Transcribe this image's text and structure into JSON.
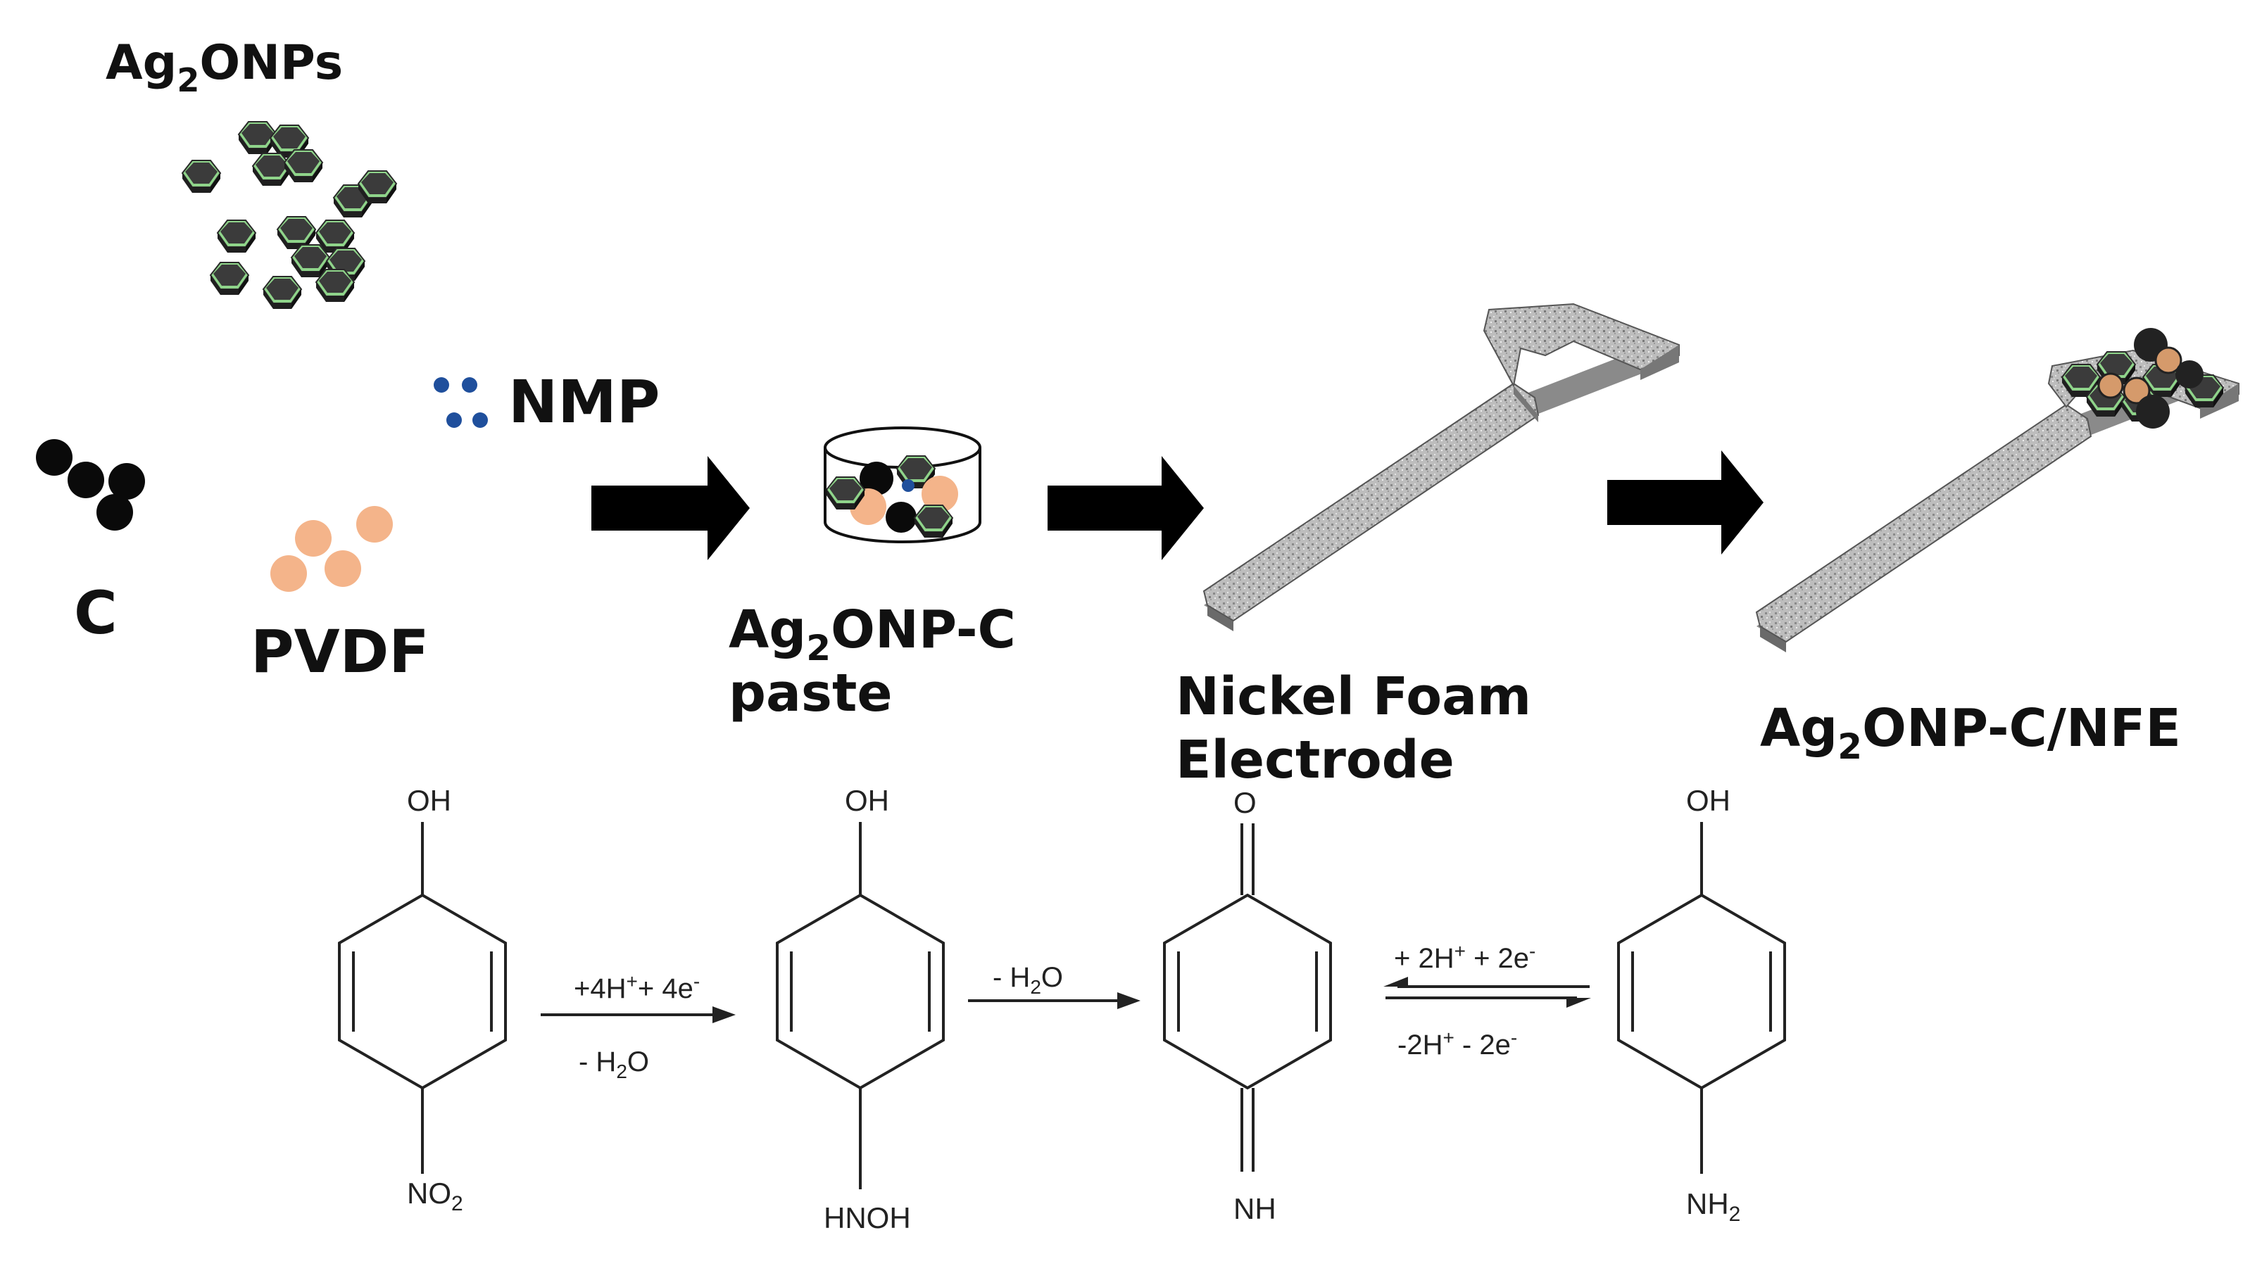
{
  "labels": {
    "ag2onps": {
      "pre": "Ag",
      "sub": "2",
      "post": "ONPs"
    },
    "nmp": "NMP",
    "carbon": "C",
    "pvdf": "PVDF",
    "paste_line1": {
      "pre": "Ag",
      "sub": "2",
      "post": "ONP-C"
    },
    "paste_line2": "paste",
    "nickel_line1": "Nickel Foam",
    "nickel_line2": "Electrode",
    "final": {
      "pre": "Ag",
      "sub": "2",
      "post": "ONP-C/NFE"
    }
  },
  "reaction": {
    "m1_top": "OH",
    "m1_bottom": {
      "pre": "NO",
      "sub": "2"
    },
    "m2_top": "OH",
    "m2_bottom": "HNOH",
    "m3_top": "O",
    "m3_bottom": "NH",
    "m4_top": "OH",
    "m4_bottom": {
      "pre": "NH",
      "sub": "2"
    },
    "step1_above": {
      "a": "+4H",
      "b": "+",
      "c": "+ 4e",
      "d": "-"
    },
    "step1_below": {
      "pre": "- H",
      "sub": "2",
      "post": "O"
    },
    "step2_above": {
      "pre": "- H",
      "sub": "2",
      "post": "O"
    },
    "step3_above": {
      "a": "+ 2H",
      "b": "+",
      "c": " + 2e",
      "d": "-"
    },
    "step3_below": {
      "a": "-2H",
      "b": "+",
      "c": " - 2e",
      "d": "-"
    }
  },
  "colors": {
    "nanoparticle_hex": "#3b3b3b",
    "nanoparticle_edge": "#8fd48a",
    "carbon": "#0a0a0a",
    "pvdf": "#f4b48a",
    "nmp": "#1f4f9c",
    "foam": "#b9b9b9"
  }
}
